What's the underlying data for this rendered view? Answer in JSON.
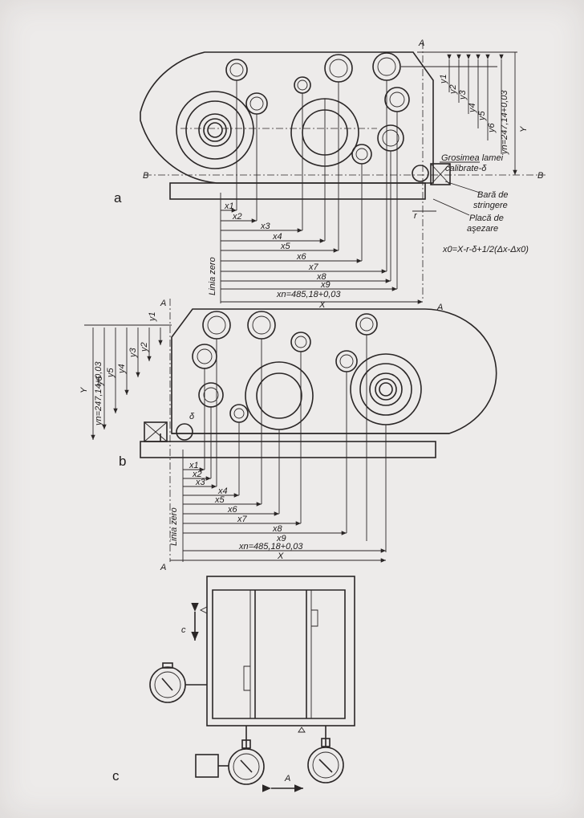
{
  "drawing": {
    "figure_a": {
      "tag": "a",
      "section_marks": {
        "A": "A",
        "B": "B"
      },
      "x_labels": [
        "x1",
        "x2",
        "x3",
        "x4",
        "x5",
        "x6",
        "x7",
        "x8",
        "x9"
      ],
      "xn_label": "xn=485,18+0,03",
      "X_label": "X",
      "y_labels": [
        "y1",
        "y2",
        "y3",
        "y4",
        "y5",
        "y6"
      ],
      "yn_label": "yn=247,14+0,03",
      "Y_label": "Y",
      "zero_line": "Linia zero",
      "callouts": {
        "gauge_thickness_1": "Grosimea lamei",
        "gauge_thickness_2": "calibrate-δ",
        "clamp_bar_1": "Bară de",
        "clamp_bar_2": "stringere",
        "base_plate_1": "Placă de",
        "base_plate_2": "aşezare",
        "r": "r"
      },
      "formula": "x0=X-r-δ+1/2(Δx-Δx0)"
    },
    "figure_b": {
      "tag": "b",
      "section_mark": "A",
      "x_labels": [
        "x1",
        "x2",
        "x3",
        "x4",
        "x5",
        "x6",
        "x7",
        "x8",
        "x9"
      ],
      "xn_label": "xn=485,18+0,03",
      "X_label": "X",
      "y_labels": [
        "y1",
        "y2",
        "y3",
        "y4",
        "y5",
        "y6"
      ],
      "yn_label": "yn=247,14+0,03",
      "Y_label": "Y",
      "zero_line": "Linia zero",
      "delta": "δ"
    },
    "figure_c": {
      "tag": "c",
      "arrow_c": "c",
      "arrow_a": "A"
    }
  }
}
